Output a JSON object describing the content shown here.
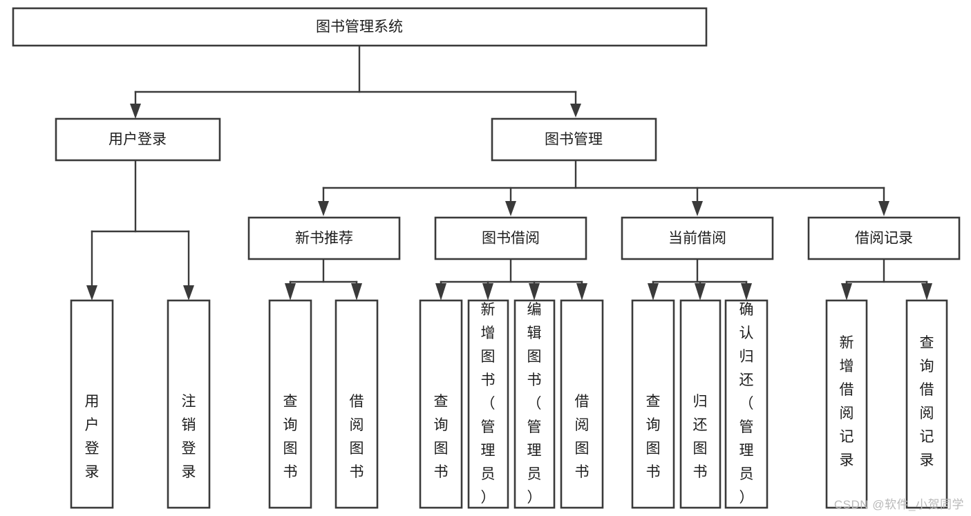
{
  "diagram": {
    "title": "图书管理系统",
    "type": "tree-hierarchy",
    "watermark": "CSDN @软件_小贺同学",
    "colors": {
      "background": "#ffffff",
      "box_stroke": "#3a3a3a",
      "box_fill": "#ffffff",
      "text": "#1d1d1d",
      "watermark": "#b9b9b9"
    },
    "levels": {
      "root": {
        "label": "图书管理系统"
      },
      "level2": [
        {
          "label": "用户登录"
        },
        {
          "label": "图书管理"
        }
      ],
      "level3": [
        {
          "label": "新书推荐"
        },
        {
          "label": "图书借阅"
        },
        {
          "label": "当前借阅"
        },
        {
          "label": "借阅记录"
        }
      ]
    },
    "leaves": {
      "user_login": [
        {
          "label": "用户登录"
        },
        {
          "label": "注销登录"
        }
      ],
      "new_book_recommend": [
        {
          "label": "查询图书"
        },
        {
          "label": "借阅图书"
        }
      ],
      "book_borrow": [
        {
          "label": "查询图书"
        },
        {
          "label": "新增图书（管理员）"
        },
        {
          "label": "编辑图书（管理员）"
        },
        {
          "label": "借阅图书"
        }
      ],
      "current_borrow": [
        {
          "label": "查询图书"
        },
        {
          "label": "归还图书"
        },
        {
          "label": "确认归还（管理员）"
        }
      ],
      "borrow_record": [
        {
          "label": "新增借阅记录"
        },
        {
          "label": "查询借阅记录"
        }
      ]
    }
  }
}
